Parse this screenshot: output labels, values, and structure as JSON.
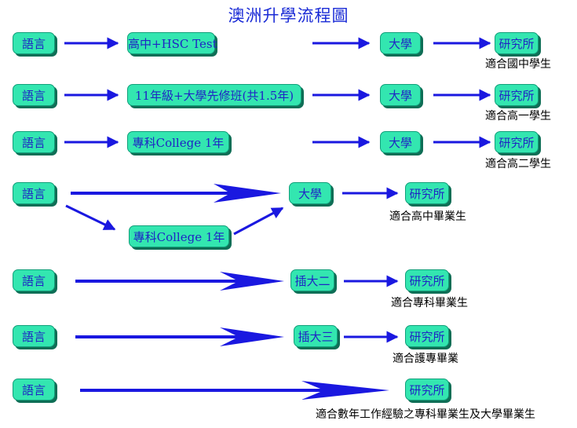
{
  "title": "澳洲升學流程圖",
  "colors": {
    "box_fill": "#33e6b0",
    "box_text": "#1f25c4",
    "arrow": "#1a18e0",
    "title": "#1a2bd6"
  },
  "rows": [
    {
      "start": "語言",
      "middle": "高中+HSC Test",
      "uni": "大學",
      "grad": "研究所",
      "note": "適合國中學生"
    },
    {
      "start": "語言",
      "middle": "11年級+大學先修班(共1.5年)",
      "uni": "大學",
      "grad": "研究所",
      "note": "適合高一學生"
    },
    {
      "start": "語言",
      "middle": "專科College 1年",
      "uni": "大學",
      "grad": "研究所",
      "note": "適合高二學生"
    },
    {
      "start": "語言",
      "middle": "專科College 1年",
      "uni": "大學",
      "grad": "研究所",
      "note": "適合高中畢業生"
    },
    {
      "start": "語言",
      "transfer": "插大二",
      "grad": "研究所",
      "note": "適合專科畢業生"
    },
    {
      "start": "語言",
      "transfer": "插大三",
      "grad": "研究所",
      "note": "適合護專畢業"
    },
    {
      "start": "語言",
      "grad": "研究所",
      "note": "適合數年工作經驗之專科畢業生及大學畢業生"
    }
  ]
}
